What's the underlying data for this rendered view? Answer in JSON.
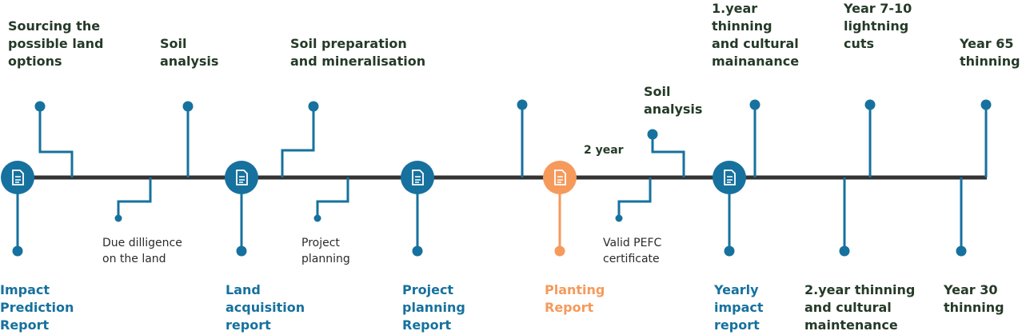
{
  "colors": {
    "line": "#333333",
    "blue": "#16719e",
    "orange": "#f59a5b",
    "text_dark": "#253a28",
    "text_body": "#2b2b2b"
  },
  "icons": {
    "report": "document-icon",
    "pin": "dot-icon"
  },
  "top_labels": {
    "sourcing": "Sourcing the\npossible land\noptions",
    "soil_analysis_1": "Soil\nanalysis",
    "soil_prep": "Soil preparation\nand mineralisation",
    "soil_analysis_2": "Soil\nanalysis",
    "year1_thinning": "1.year\nthinning\nand cultural\nmainanance",
    "year7_10": "Year 7-10\nlightning\ncuts",
    "year65": "Year 65\nthinning"
  },
  "middle_labels": {
    "due_diligence": "Due dilligence\non the land",
    "project_planning": "Project\nplanning",
    "pefc": "Valid PEFC\ncertificate",
    "two_year": "2 year"
  },
  "report_labels": {
    "impact_prediction": "Impact\nPrediction\nReport",
    "land_acquisition": "Land\nacquisition\nreport",
    "project_planning": "Project\nplanning\nReport",
    "planting": "Planting\nReport",
    "yearly_impact": "Yearly\nimpact\nreport",
    "year2_thinning": "2.year thinning\nand cultural\nmaintenance",
    "year30": "Year 30\nthinning"
  }
}
